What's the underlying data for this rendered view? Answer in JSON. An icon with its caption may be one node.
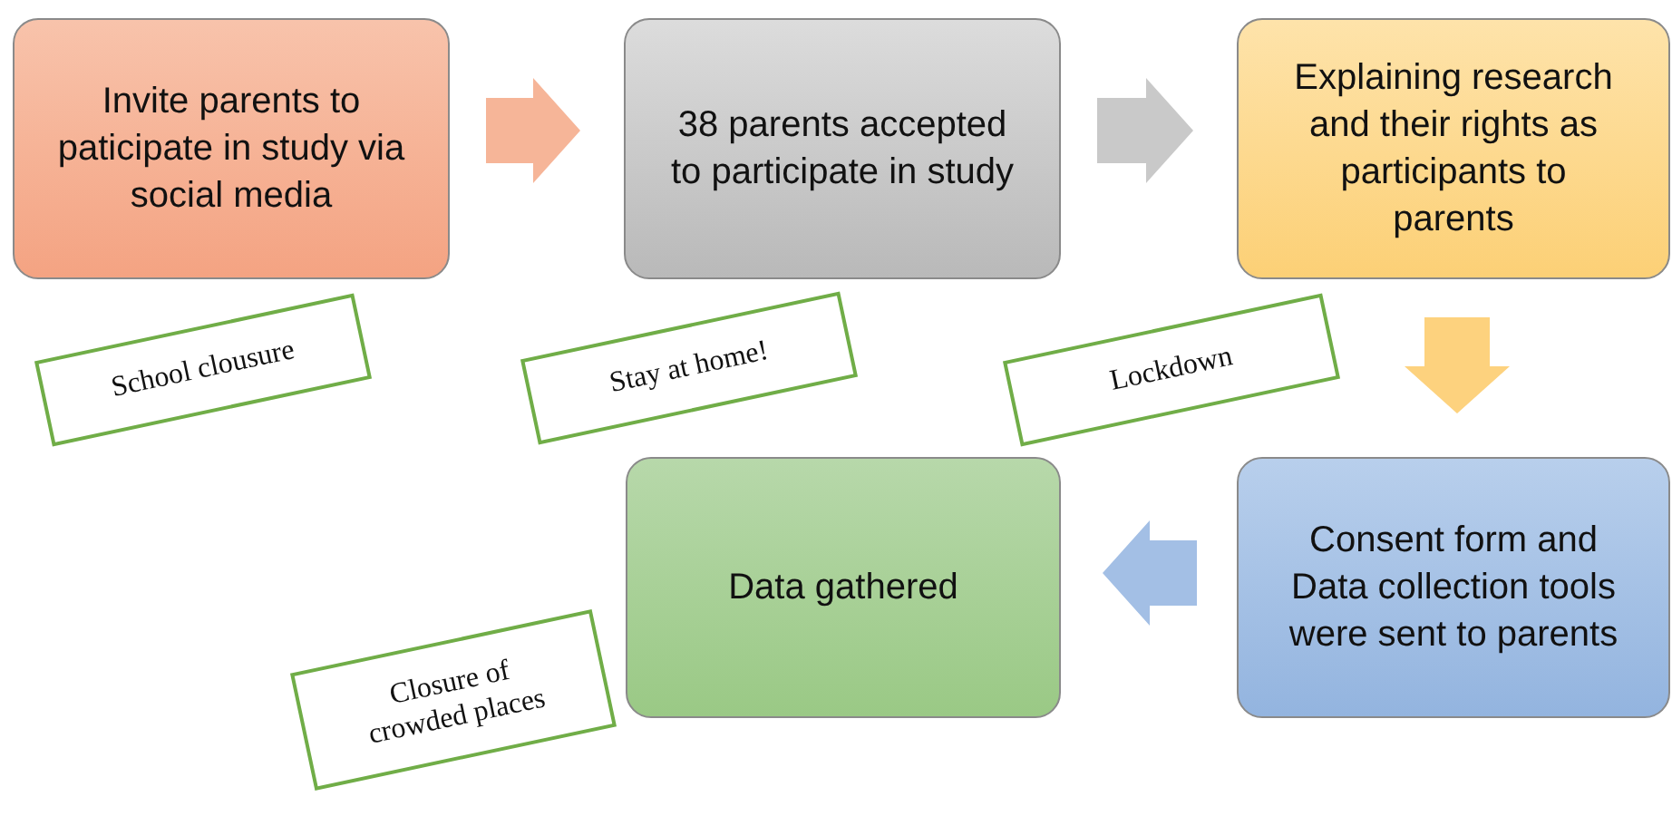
{
  "diagram": {
    "nodes": [
      {
        "text": [
          "Invite parents to paticipate in study via social media"
        ]
      },
      {
        "text": [
          "38 parents accepted to participate in study"
        ]
      },
      {
        "text": [
          "Explaining research and their rights as participants  to parents"
        ]
      },
      {
        "text": [
          "School clousure"
        ]
      },
      {
        "text": [
          "Stay at home!"
        ]
      },
      {
        "text": [
          "Lockdown"
        ]
      },
      {
        "text": [
          "Data gathered"
        ]
      },
      {
        "text": [
          "Closure of crowded places"
        ]
      },
      {
        "text": [
          "Consent form and Data collection tools were sent to parents"
        ]
      }
    ],
    "edges": [
      {
        "from": 0,
        "to": 1,
        "arrow": "to",
        "color": "#f6b598"
      },
      {
        "from": 1,
        "to": 2,
        "arrow": "to",
        "color": "#c9c9c9"
      },
      {
        "from": 2,
        "to": 8,
        "arrow": "to",
        "color": "#fdd27e"
      },
      {
        "from": 8,
        "to": 6,
        "arrow": "to",
        "color": "#a3bfe5"
      }
    ]
  }
}
